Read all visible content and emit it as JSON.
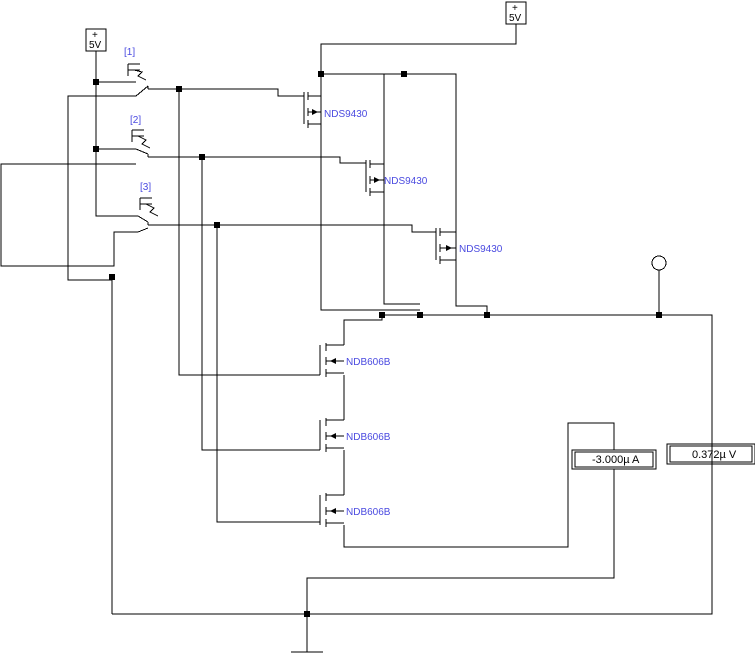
{
  "supplies": [
    {
      "label": "5V",
      "sign": "+"
    },
    {
      "label": "5V",
      "sign": "+"
    }
  ],
  "switches": [
    {
      "label": "[1]"
    },
    {
      "label": "[2]"
    },
    {
      "label": "[3]"
    }
  ],
  "pmos": [
    {
      "label": "NDS9430"
    },
    {
      "label": "NDS9430"
    },
    {
      "label": "NDS9430"
    }
  ],
  "nmos": [
    {
      "label": "NDB606B"
    },
    {
      "label": "NDB606B"
    },
    {
      "label": "NDB606B"
    }
  ],
  "ammeter": {
    "reading": "-3.000µ A"
  },
  "voltmeter": {
    "reading": "0.372µ V"
  },
  "colors": {
    "wire": "#000000",
    "component_label": "#4a4ae0",
    "background": "#ffffff"
  }
}
